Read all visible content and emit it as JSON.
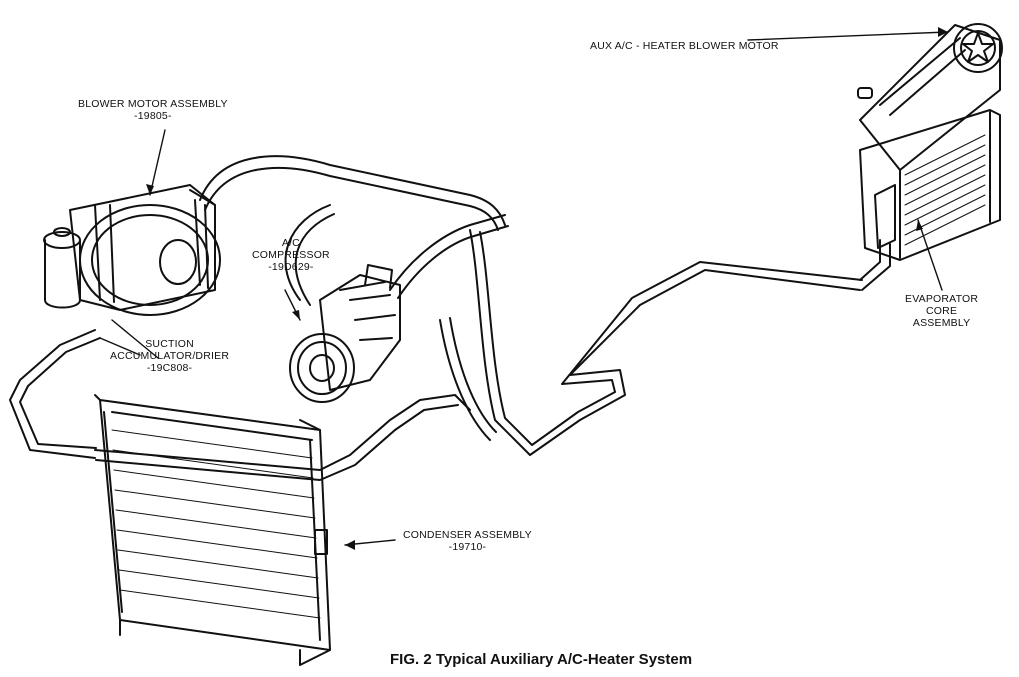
{
  "labels": {
    "blower_motor": {
      "name": "BLOWER MOTOR ASSEMBLY",
      "part": "-19805-"
    },
    "aux_blower": {
      "name": "AUX A/C - HEATER BLOWER MOTOR"
    },
    "compressor": {
      "line1": "A/C",
      "line2": "COMPRESSOR",
      "part": "-19D629-"
    },
    "accumulator": {
      "line1": "SUCTION",
      "line2": "ACCUMULATOR/DRIER",
      "part": "-19C808-"
    },
    "evaporator": {
      "line1": "EVAPORATOR",
      "line2": "CORE",
      "line3": "ASSEMBLY"
    },
    "condenser": {
      "name": "CONDENSER ASSEMBLY",
      "part": "-19710-"
    }
  },
  "caption": "FIG. 2 Typical Auxiliary A/C-Heater System",
  "colors": {
    "ink": "#111111",
    "paper": "#ffffff"
  }
}
